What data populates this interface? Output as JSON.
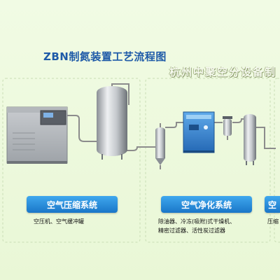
{
  "diagram": {
    "title": "ZBN制氮装置工艺流程图",
    "company": "杭州中聚空分设备制",
    "sections": [
      {
        "label": "空气压缩系统",
        "desc_lines": [
          "空压机、空气缓冲罐"
        ]
      },
      {
        "label": "空气净化系统",
        "desc_lines": [
          "除油器、冷冻(吸附)式干燥机、",
          "精密过滤器、活性炭过滤器"
        ]
      },
      {
        "label": "空",
        "desc_lines": [
          "压缩"
        ]
      }
    ],
    "colors": {
      "background": "#eaf7d8",
      "title_blue": "#1e5aa8",
      "section_blue": "#1f7fd0",
      "dryer_blue": "#2c78c8",
      "pipe": "#8c8c8c"
    },
    "icons": [
      "air-compressor-icon",
      "air-buffer-tank-icon",
      "oil-separator-icon",
      "dryer-icon",
      "precision-filter-icon",
      "carbon-filter-icon"
    ]
  }
}
